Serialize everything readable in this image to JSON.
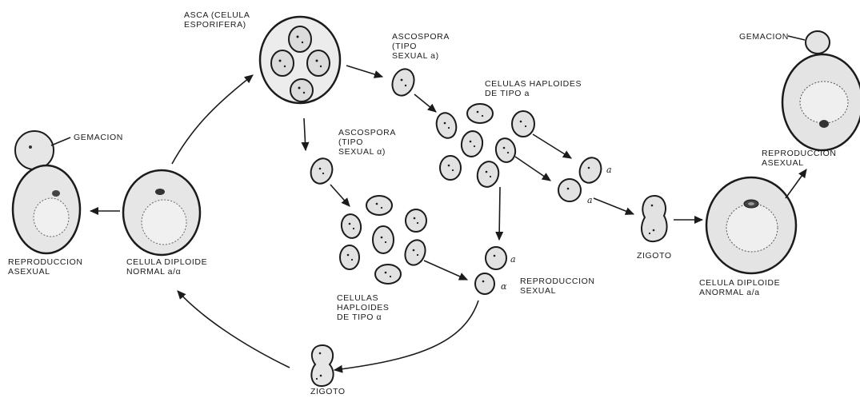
{
  "palette": {
    "ink": "#1b1b1b",
    "cell_fill": "#e9e9e9",
    "spore_fill": "#e2e2e2",
    "background": "#ffffff"
  },
  "labels": {
    "asca": [
      "ASCA (CELULA",
      "ESPORIFERA)"
    ],
    "ascospora_a": [
      "ASCOSPORA",
      "(TIPO",
      "SEXUAL a)"
    ],
    "haploides_a": [
      "CELULAS HAPLOIDES",
      "DE TIPO a"
    ],
    "gemacion_right": "GEMACION",
    "repro_asexual_right": [
      "REPRODUCCION",
      "ASEXUAL"
    ],
    "gemacion_left": "GEMACION",
    "ascospora_alpha": [
      "ASCOSPORA",
      "(TIPO",
      "SEXUAL α)"
    ],
    "repro_asexual_left": [
      "REPRODUCCION",
      "ASEXUAL"
    ],
    "diploide_normal": [
      "CELULA DIPLOIDE",
      "NORMAL a/α"
    ],
    "haploides_alpha": [
      "CELULAS",
      "HAPLOIDES",
      "DE TIPO α"
    ],
    "repro_sexual": [
      "REPRODUCCION",
      "SEXUAL"
    ],
    "zigoto_mid": "ZIGOTO",
    "zigoto_bottom": "ZIGOTO",
    "diploide_anormal": [
      "CELULA DIPLOIDE",
      "ANORMAL a/a"
    ],
    "mating_a_upper": "a",
    "mating_a_lower": "a",
    "mating_a_sexual": "a",
    "mating_alpha_sexual": "α"
  }
}
